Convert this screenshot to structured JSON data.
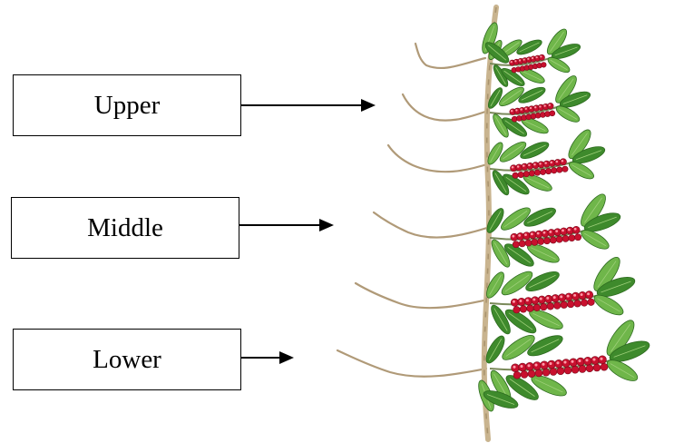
{
  "labels": {
    "upper": "Upper",
    "middle": "Middle",
    "lower": "Lower"
  },
  "colors": {
    "stem": "#c9b48f",
    "leaf": "#3e8a2c",
    "leaf_light": "#6fb64a",
    "berry": "#c8102e",
    "root": "#b09a78"
  },
  "icons": {
    "arrow": "arrow-right-icon",
    "plant": "coffee-branch-illustration"
  }
}
